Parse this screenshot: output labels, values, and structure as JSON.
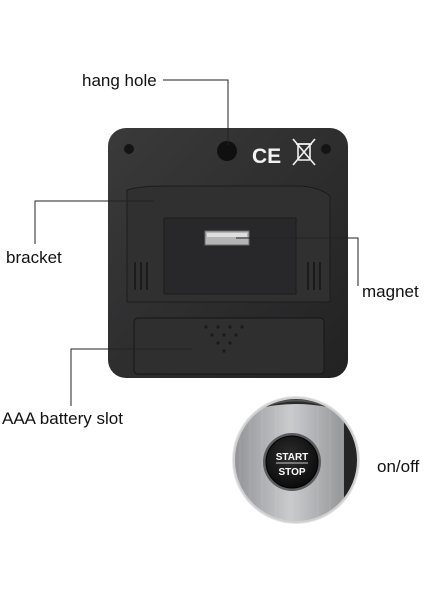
{
  "labels": {
    "hang_hole": "hang hole",
    "bracket": "bracket",
    "magnet": "magnet",
    "battery_slot": "AAA battery slot",
    "on_off": "on/off"
  },
  "button": {
    "line1": "START",
    "line2": "STOP"
  },
  "marks": {
    "ce": "CE"
  },
  "colors": {
    "device_body": "#2b2b2c",
    "bracket": "#333334",
    "leader_line": "#222222",
    "brushed_metal": "#a9abad",
    "button_face": "#1b1b1b"
  }
}
